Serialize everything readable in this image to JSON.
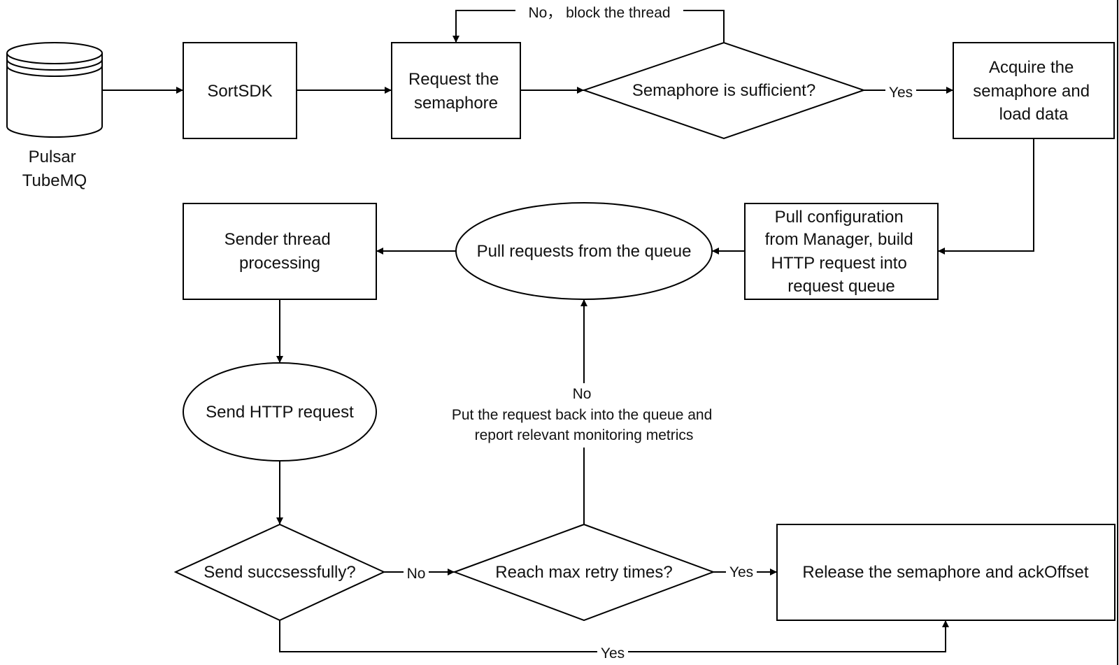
{
  "nodes": {
    "source_db": {
      "lines": [
        "Pulsar",
        "TubeMQ"
      ]
    },
    "sortsdk": {
      "lines": [
        "SortSDK"
      ]
    },
    "request_semaphore": {
      "lines": [
        "Request the",
        "semaphore"
      ]
    },
    "semaphore_sufficient": {
      "lines": [
        "Semaphore is sufficient?"
      ]
    },
    "acquire_semaphore": {
      "lines": [
        "Acquire the",
        "semaphore and",
        "load data"
      ]
    },
    "pull_config": {
      "lines": [
        "Pull configuration",
        "from Manager, build",
        "HTTP request into",
        "request queue"
      ]
    },
    "pull_requests": {
      "lines": [
        "Pull requests from the queue"
      ]
    },
    "sender_thread": {
      "lines": [
        "Sender thread",
        "processing"
      ]
    },
    "send_http": {
      "lines": [
        "Send HTTP request"
      ]
    },
    "send_success": {
      "lines": [
        "Send succsessfully?"
      ]
    },
    "max_retry": {
      "lines": [
        "Reach max retry times?"
      ]
    },
    "release": {
      "lines": [
        "Release the semaphore and ackOffset"
      ]
    }
  },
  "edges": {
    "no_block": "No， block the thread",
    "yes_acquire": "Yes",
    "no_retry": "No",
    "yes_release": "Yes",
    "yes_success": "Yes",
    "no_requeue": {
      "lines": [
        "No",
        "Put the request back into the queue and",
        "report relevant monitoring metrics"
      ]
    }
  }
}
